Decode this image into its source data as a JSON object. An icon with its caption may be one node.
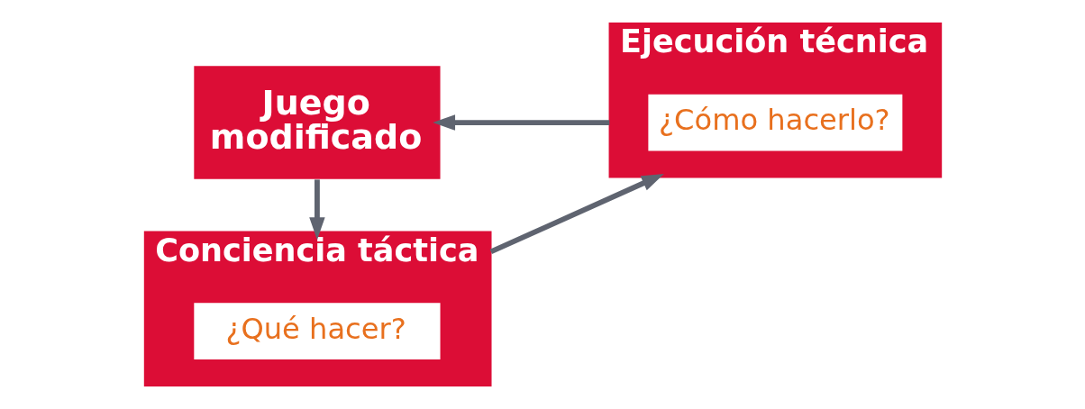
{
  "diagram": {
    "nodes": [
      {
        "text": [
          "Juego modificado"
        ]
      },
      {
        "text": [
          "Conciencia táctica"
        ]
      },
      {
        "text": [
          "¿Qué hacer?"
        ],
        "in": 1
      },
      {
        "text": [
          "Ejecución técnica"
        ]
      },
      {
        "text": [
          "¿Cómo hacerlo?"
        ],
        "in": 3
      }
    ],
    "edges": [
      {
        "from": 0,
        "to": 1,
        "arrow": "to"
      },
      {
        "from": 1,
        "to": 3,
        "arrow": "to"
      },
      {
        "from": 3,
        "to": 0,
        "arrow": "to"
      }
    ]
  }
}
